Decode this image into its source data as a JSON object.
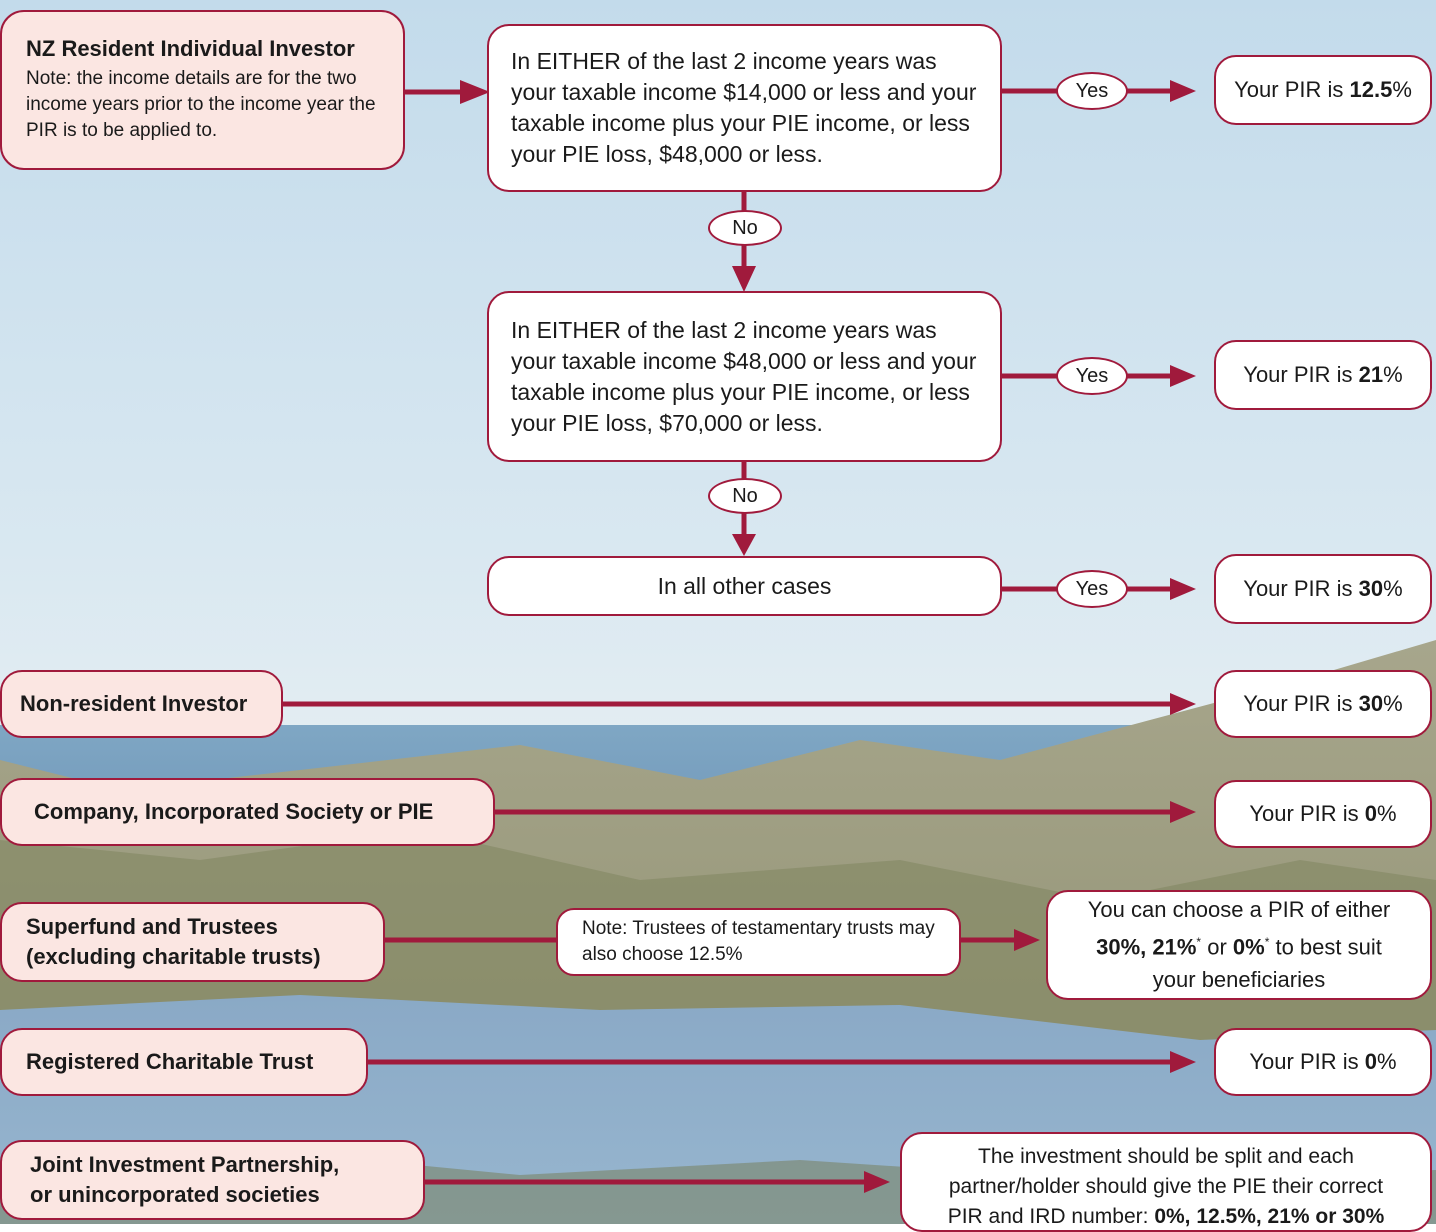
{
  "colors": {
    "accent": "#a01a3c",
    "box_fill": "#ffffff",
    "entity_fill": "#fbe6e2"
  },
  "nz_resident": {
    "title": "NZ Resident Individual Investor",
    "note": "Note: the income details are for the two income years prior to the income year the PIR is to be applied to."
  },
  "q1": {
    "text": "In EITHER of the last 2 income years was your taxable income $14,000 or less and your taxable income plus your PIE income, or less your PIE loss, $48,000 or less.",
    "yes": "Yes",
    "no": "No",
    "result_prefix": "Your PIR is ",
    "result_rate": "12.5",
    "result_suffix": "%"
  },
  "q2": {
    "text": "In EITHER of the last 2 income years was your taxable income $48,000 or less and your taxable income plus your PIE income, or less your PIE loss, $70,000 or less.",
    "yes": "Yes",
    "no": "No",
    "result_prefix": "Your PIR is ",
    "result_rate": "21",
    "result_suffix": "%"
  },
  "q3": {
    "text": "In all other cases",
    "yes": "Yes",
    "result_prefix": "Your PIR is ",
    "result_rate": "30",
    "result_suffix": "%"
  },
  "nonresident": {
    "label": "Non-resident Investor",
    "result_prefix": "Your PIR is ",
    "result_rate": "30",
    "result_suffix": "%"
  },
  "company": {
    "label": "Company, Incorporated Society or PIE",
    "result_prefix": "Your PIR is ",
    "result_rate": "0",
    "result_suffix": "%"
  },
  "superfund": {
    "label_line1": "Superfund and Trustees",
    "label_line2": "(excluding charitable trusts)",
    "note": "Note: Trustees of testamentary trusts may also choose 12.5%",
    "result_line1": "You can choose a PIR of either",
    "result_rates_a": "30%, 21%",
    "result_star1": "*",
    "result_or": " or ",
    "result_rates_b": "0%",
    "result_star2": "*",
    "result_after": " to best suit",
    "result_line3": "your beneficiaries"
  },
  "charitable": {
    "label": "Registered Charitable Trust",
    "result_prefix": "Your PIR is ",
    "result_rate": "0",
    "result_suffix": "%"
  },
  "joint": {
    "label_line1": "Joint Investment Partnership,",
    "label_line2": "or unincorporated societies",
    "result_line1": "The investment should be split and each",
    "result_line2": "partner/holder should give the PIE their correct",
    "result_line3_prefix": "PIR and IRD number: ",
    "result_line3_bold": "0%, 12.5%, 21% or 30%"
  }
}
